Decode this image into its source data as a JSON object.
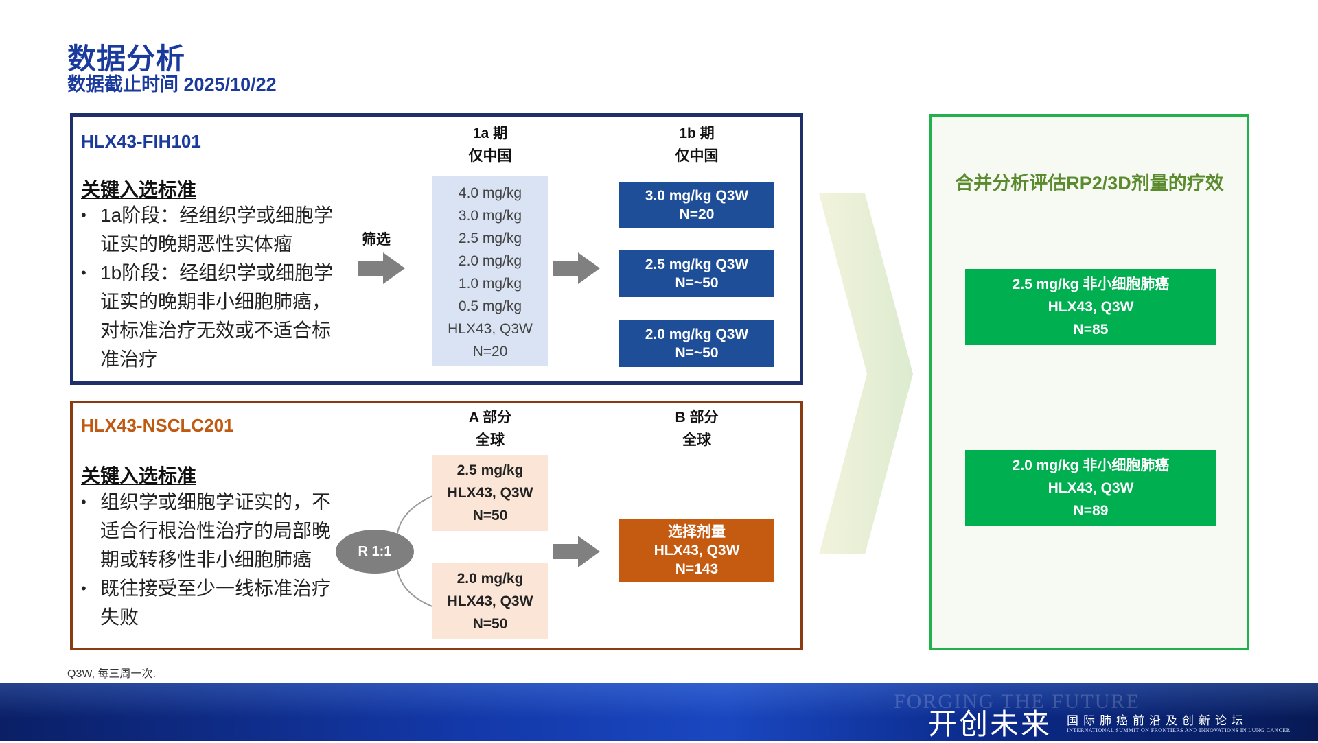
{
  "header": {
    "title": "数据分析",
    "subtitle": "数据截止时间 2025/10/22"
  },
  "study_fih": {
    "name": "HLX43-FIH101",
    "criteria_head": "关键入选标准",
    "criteria": [
      "1a阶段：经组织学或细胞学证实的晚期恶性实体瘤",
      "1b阶段：经组织学或细胞学证实的晚期非小细胞肺癌，对标准治疗无效或不适合标准治疗"
    ],
    "screen_label": "筛选",
    "phase_1a": {
      "head_line1": "1a 期",
      "head_line2": "仅中国"
    },
    "phase_1b": {
      "head_line1": "1b 期",
      "head_line2": "仅中国"
    },
    "dose_escalation": [
      "4.0 mg/kg",
      "3.0 mg/kg",
      "2.5 mg/kg",
      "2.0 mg/kg",
      "1.0 mg/kg",
      "0.5 mg/kg",
      "HLX43, Q3W",
      "N=20"
    ],
    "expansion_cohorts": [
      {
        "dose": "3.0 mg/kg Q3W",
        "n": "N=20"
      },
      {
        "dose": "2.5 mg/kg Q3W",
        "n": "N=~50"
      },
      {
        "dose": "2.0 mg/kg Q3W",
        "n": "N=~50"
      }
    ]
  },
  "study_nsclc": {
    "name": "HLX43-NSCLC201",
    "criteria_head": "关键入选标准",
    "criteria": [
      "组织学或细胞学证实的，不适合行根治性治疗的局部晚期或转移性非小细胞肺癌",
      "既往接受至少一线标准治疗失败"
    ],
    "part_a": {
      "head_line1": "A 部分",
      "head_line2": "全球"
    },
    "part_b": {
      "head_line1": "B 部分",
      "head_line2": "全球"
    },
    "randomization": "R 1:1",
    "arms": [
      {
        "dose": "2.5 mg/kg",
        "drug": "HLX43, Q3W",
        "n": "N=50"
      },
      {
        "dose": "2.0 mg/kg",
        "drug": "HLX43, Q3W",
        "n": "N=50"
      }
    ],
    "selected": {
      "line1": "选择剂量",
      "line2": "HLX43, Q3W",
      "line3": "N=143"
    }
  },
  "pooled": {
    "title": "合并分析评估RP2/3D剂量的疗效",
    "cards": [
      {
        "line1": "2.5 mg/kg 非小细胞肺癌",
        "line2": "HLX43, Q3W",
        "line3": "N=85"
      },
      {
        "line1": "2.0 mg/kg 非小细胞肺癌",
        "line2": "HLX43, Q3W",
        "line3": "N=89"
      }
    ]
  },
  "footnote": "Q3W, 每三周一次.",
  "banner": {
    "ghost_text": "FORGING THE FUTURE",
    "main_text": "开创未来",
    "cn_text": "国际肺癌前沿及创新论坛",
    "en_text": "INTERNATIONAL SUMMIT ON FRONTIERS AND INNOVATIONS IN LUNG CANCER"
  },
  "colors": {
    "title_blue": "#1a3a9c",
    "fih_border": "#1e2f6b",
    "nsclc_border": "#8a3b12",
    "card_blue": "#1f4e99",
    "card_orange": "#c55a11",
    "card_peach": "#fbe5d6",
    "dose_stack": "#dae3f3",
    "pooled_green": "#00b050",
    "pooled_border": "#22b14c",
    "pooled_title": "#5b8b2f"
  }
}
